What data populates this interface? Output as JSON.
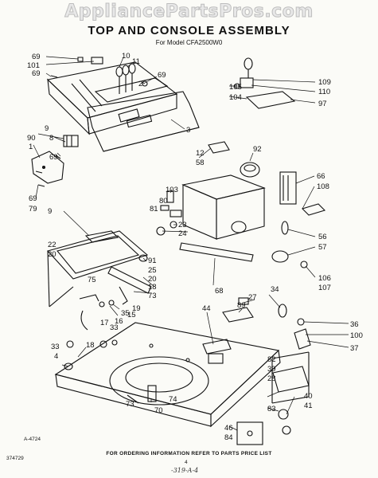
{
  "watermark": "AppliancePartsPros.com",
  "title": "TOP AND CONSOLE ASSEMBLY",
  "subtitle": "For Model CFA2500W0",
  "diagram_code": "A-4724",
  "doc_number": "374729",
  "footer_note": "FOR ORDERING INFORMATION REFER TO PARTS PRICE LIST",
  "page_mark": "4",
  "handwritten_mark": "-319-A-4",
  "callouts": [
    "69",
    "101",
    "69",
    "10",
    "11",
    "2",
    "69",
    "1",
    "90",
    "8",
    "9",
    "69",
    "3",
    "69",
    "79",
    "12",
    "58",
    "92",
    "105",
    "109",
    "104",
    "110",
    "97",
    "103",
    "80",
    "81",
    "23",
    "24",
    "66",
    "108",
    "56",
    "57",
    "9",
    "22",
    "20",
    "75",
    "91",
    "25",
    "20",
    "18",
    "73",
    "106",
    "107",
    "34",
    "27",
    "89",
    "44",
    "68",
    "35",
    "33",
    "17",
    "16",
    "15",
    "19",
    "18",
    "33",
    "4",
    "36",
    "100",
    "37",
    "82",
    "39",
    "28",
    "40",
    "41",
    "83",
    "73",
    "70",
    "74",
    "46",
    "84"
  ]
}
